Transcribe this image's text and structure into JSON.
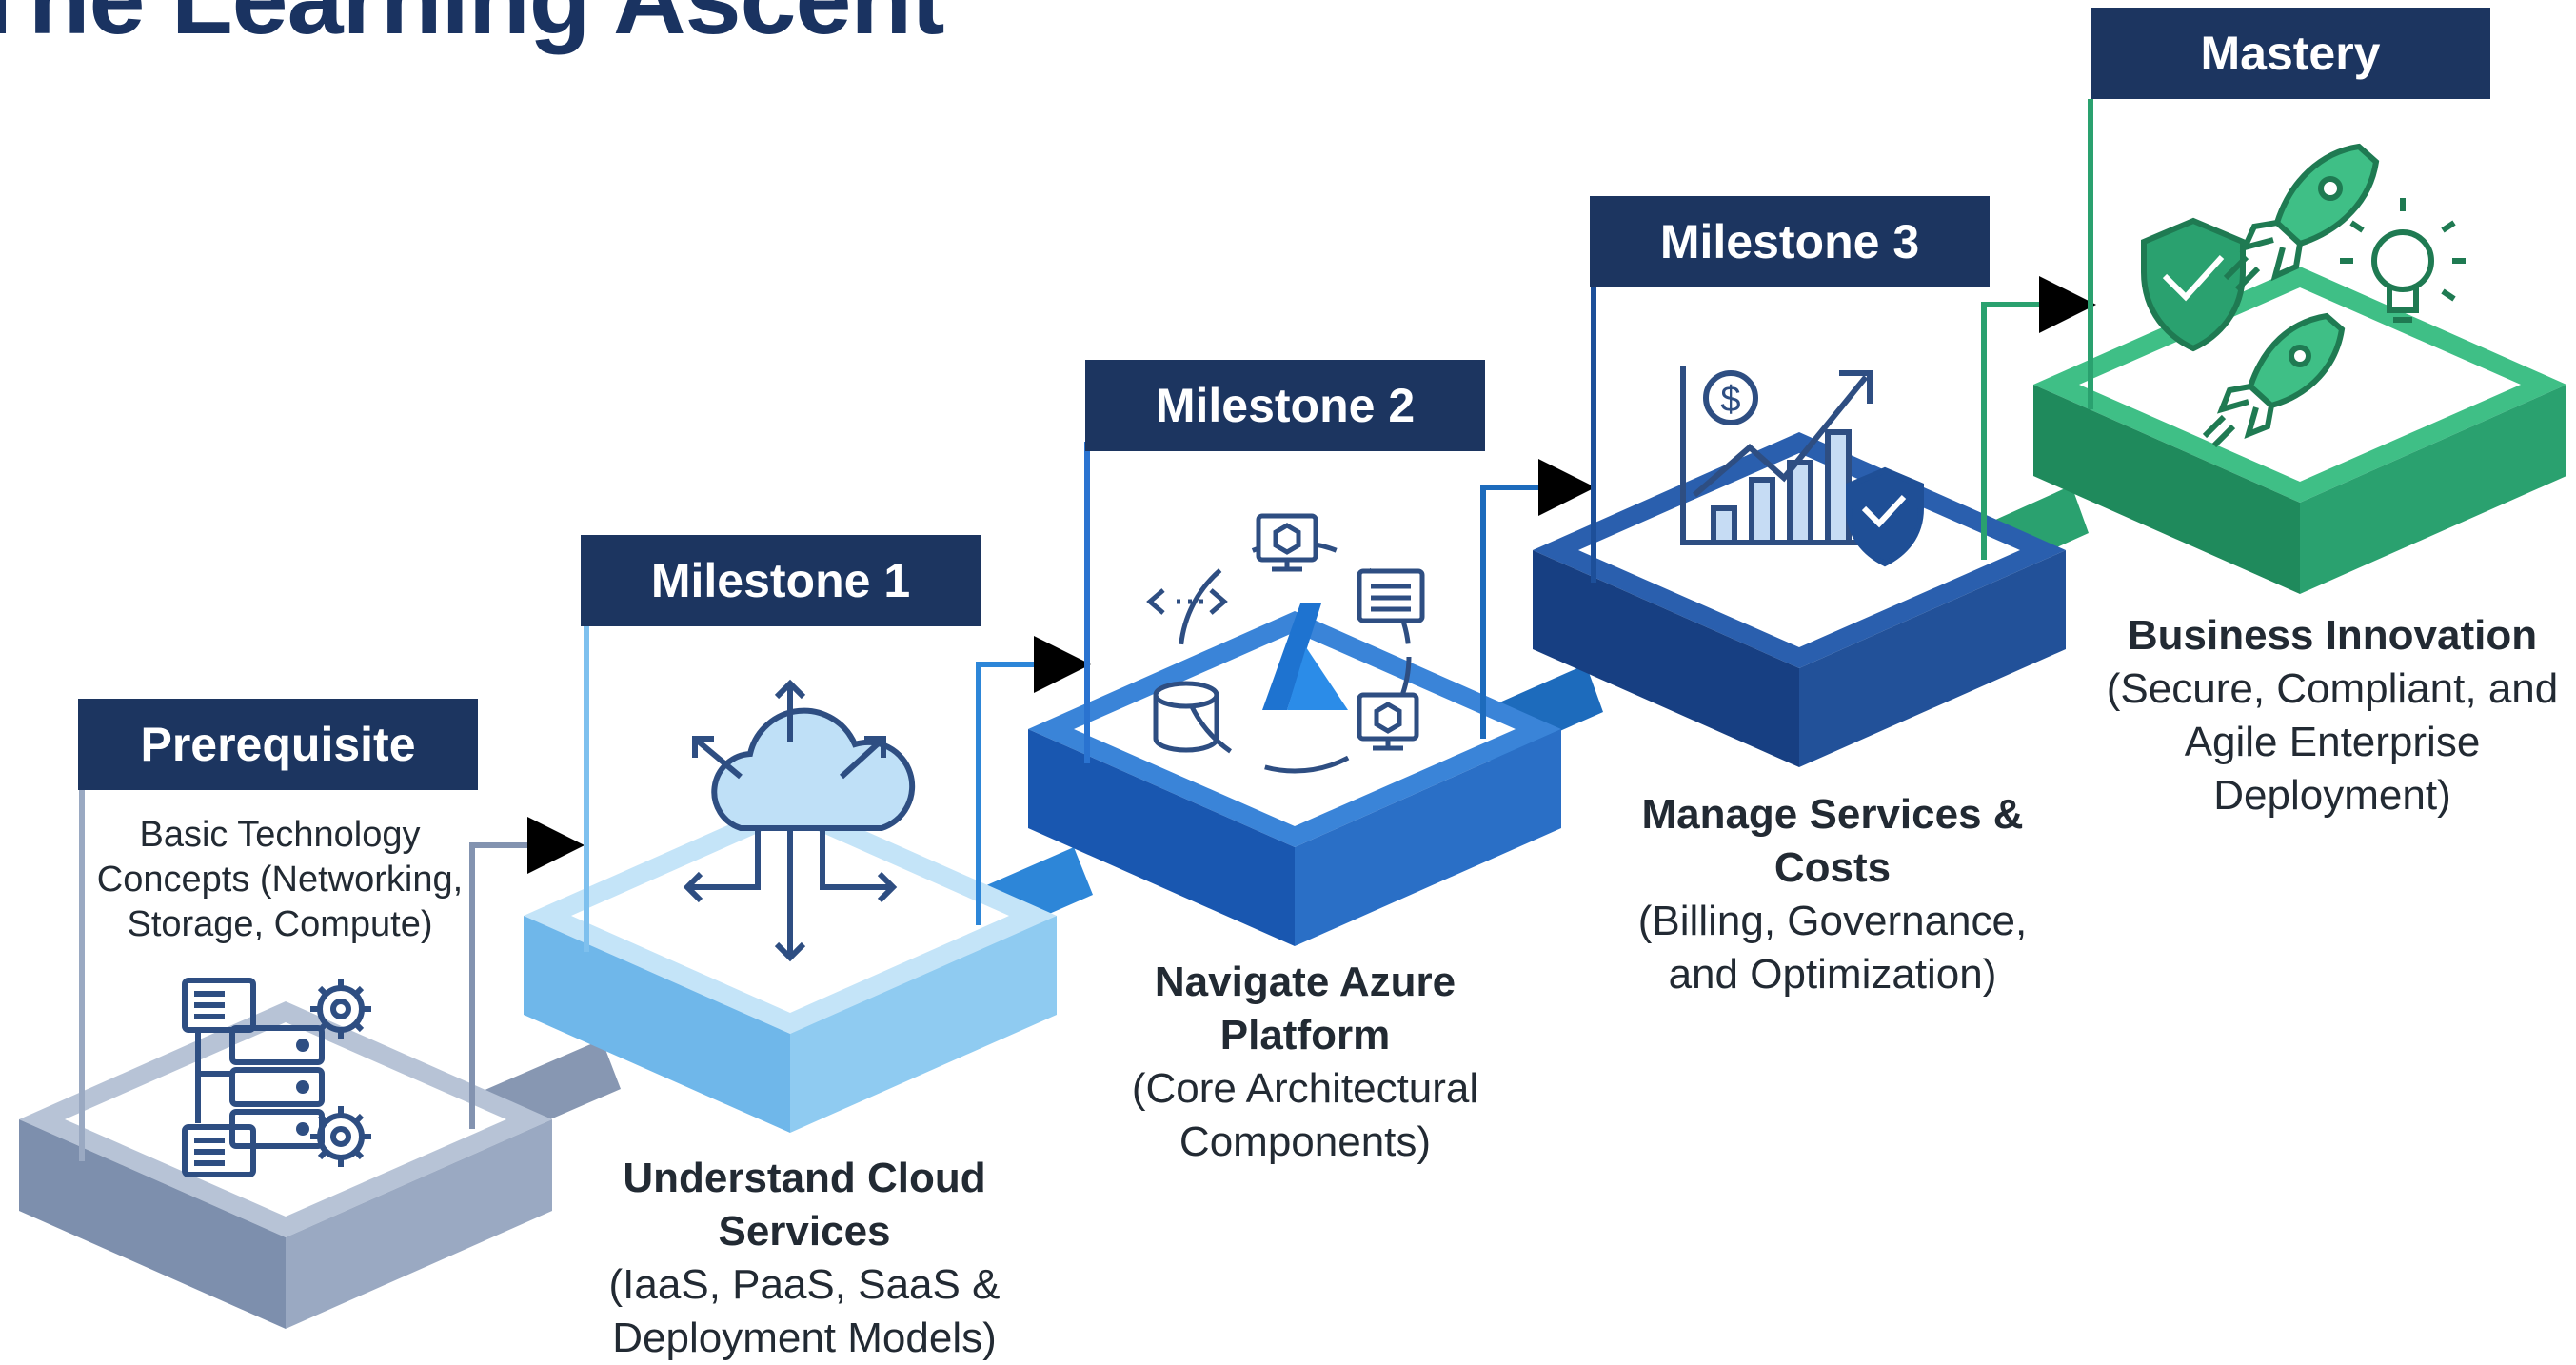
{
  "title": "The Learning Ascent",
  "colors": {
    "title": "#1a3361",
    "label_bg": "#1c3560",
    "label_text": "#ffffff",
    "step_prerequisite": "#7f93b1",
    "step_milestone_1": "#8dcaf0",
    "step_milestone_2": "#1f69c4",
    "step_milestone_3": "#1f4f96",
    "step_mastery": "#25a06c"
  },
  "steps": [
    {
      "label": "Prerequisite",
      "heading": "",
      "body": "Basic Technology Concepts (Networking, Storage, Compute)",
      "icon": "server-gear-icon"
    },
    {
      "label": "Milestone 1",
      "heading": "Understand Cloud Services",
      "body": "(IaaS, PaaS, SaaS & Deployment Models)",
      "icon": "cloud-arrows-icon"
    },
    {
      "label": "Milestone 2",
      "heading": "Navigate Azure Platform",
      "body": "(Core Architectural Components)",
      "icon": "azure-components-icon"
    },
    {
      "label": "Milestone 3",
      "heading": "Manage Services & Costs",
      "body": "(Billing, Governance, and Optimization)",
      "icon": "cost-growth-shield-icon"
    },
    {
      "label": "Mastery",
      "heading": "Business Innovation",
      "body": "(Secure, Compliant, and Agile Enterprise Deployment)",
      "icon": "rocket-shield-bulb-icon"
    }
  ]
}
